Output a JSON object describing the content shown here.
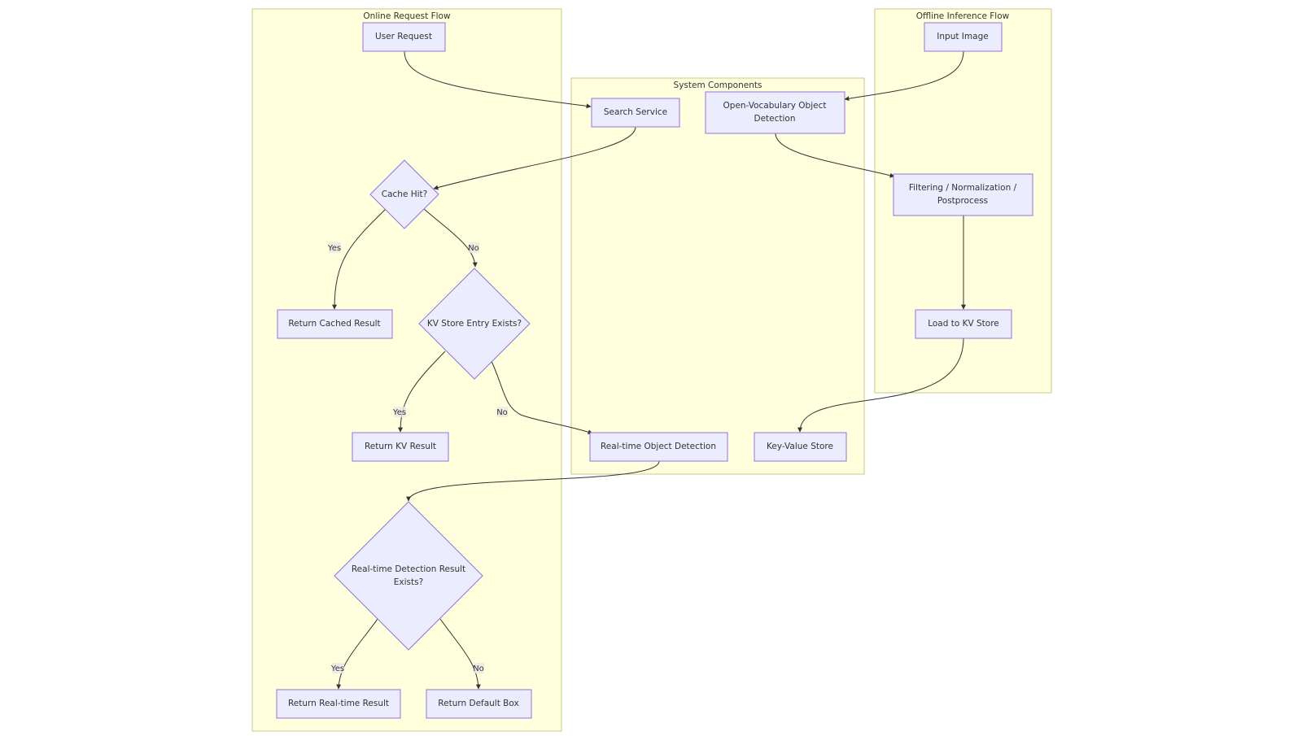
{
  "colors": {
    "cluster_fill": "#ffffdd",
    "cluster_border": "#c9c98a",
    "node_fill": "#ececff",
    "node_border": "#9370db",
    "edge": "#333333"
  },
  "clusters": {
    "online": "Online Request Flow",
    "system": "System Components",
    "offline": "Offline Inference Flow"
  },
  "nodes": {
    "user_request": "User Request",
    "input_image": "Input Image",
    "search_service": "Search Service",
    "ovod_line1": "Open-Vocabulary Object",
    "ovod_line2": "Detection",
    "filter_line1": "Filtering / Normalization /",
    "filter_line2": "Postprocess",
    "cache_hit": "Cache Hit?",
    "return_cached": "Return Cached Result",
    "kv_exists": "KV Store Entry Exists?",
    "load_kv": "Load to KV Store",
    "return_kv": "Return KV Result",
    "realtime_detection": "Real-time Object Detection",
    "kv_store": "Key-Value Store",
    "rt_exists_line1": "Real-time Detection Result",
    "rt_exists_line2": "Exists?",
    "return_realtime": "Return Real-time Result",
    "return_default": "Return Default Box"
  },
  "edge_labels": {
    "cache_yes": "Yes",
    "cache_no": "No",
    "kv_yes": "Yes",
    "kv_no": "No",
    "rt_yes": "Yes",
    "rt_no": "No"
  }
}
